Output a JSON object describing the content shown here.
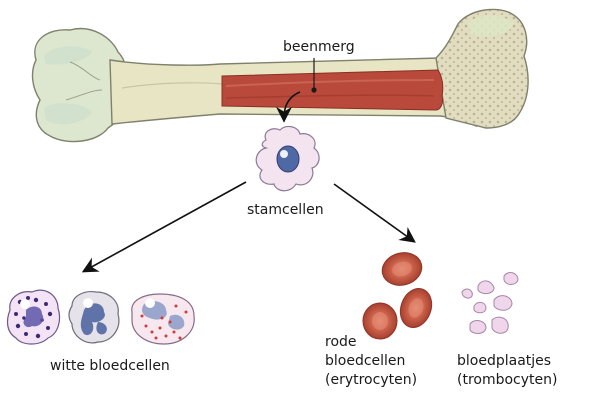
{
  "labels": {
    "marrow": "beenmerg",
    "stem": "stamcellen",
    "white": "witte bloedcellen",
    "red1": "rode",
    "red2": "bloedcellen",
    "red3": "(erytrocyten)",
    "plate1": "bloedplaatjes",
    "plate2": "(trombocyten)"
  },
  "colors": {
    "bone": "#e9e6c6",
    "bone_outline": "#7a7a6a",
    "bone_end": "#c9dcc4",
    "marrow": "#b7483a",
    "spongy": "#d8d2b4",
    "stem_cell": "#f3e3ee",
    "stem_nucleus": "#4a6aa8",
    "rbc": "#c45d4a",
    "platelet": "#efd4ea",
    "wbc_granule": "#3c2a78",
    "wbc_red_dot": "#d23a3a"
  }
}
